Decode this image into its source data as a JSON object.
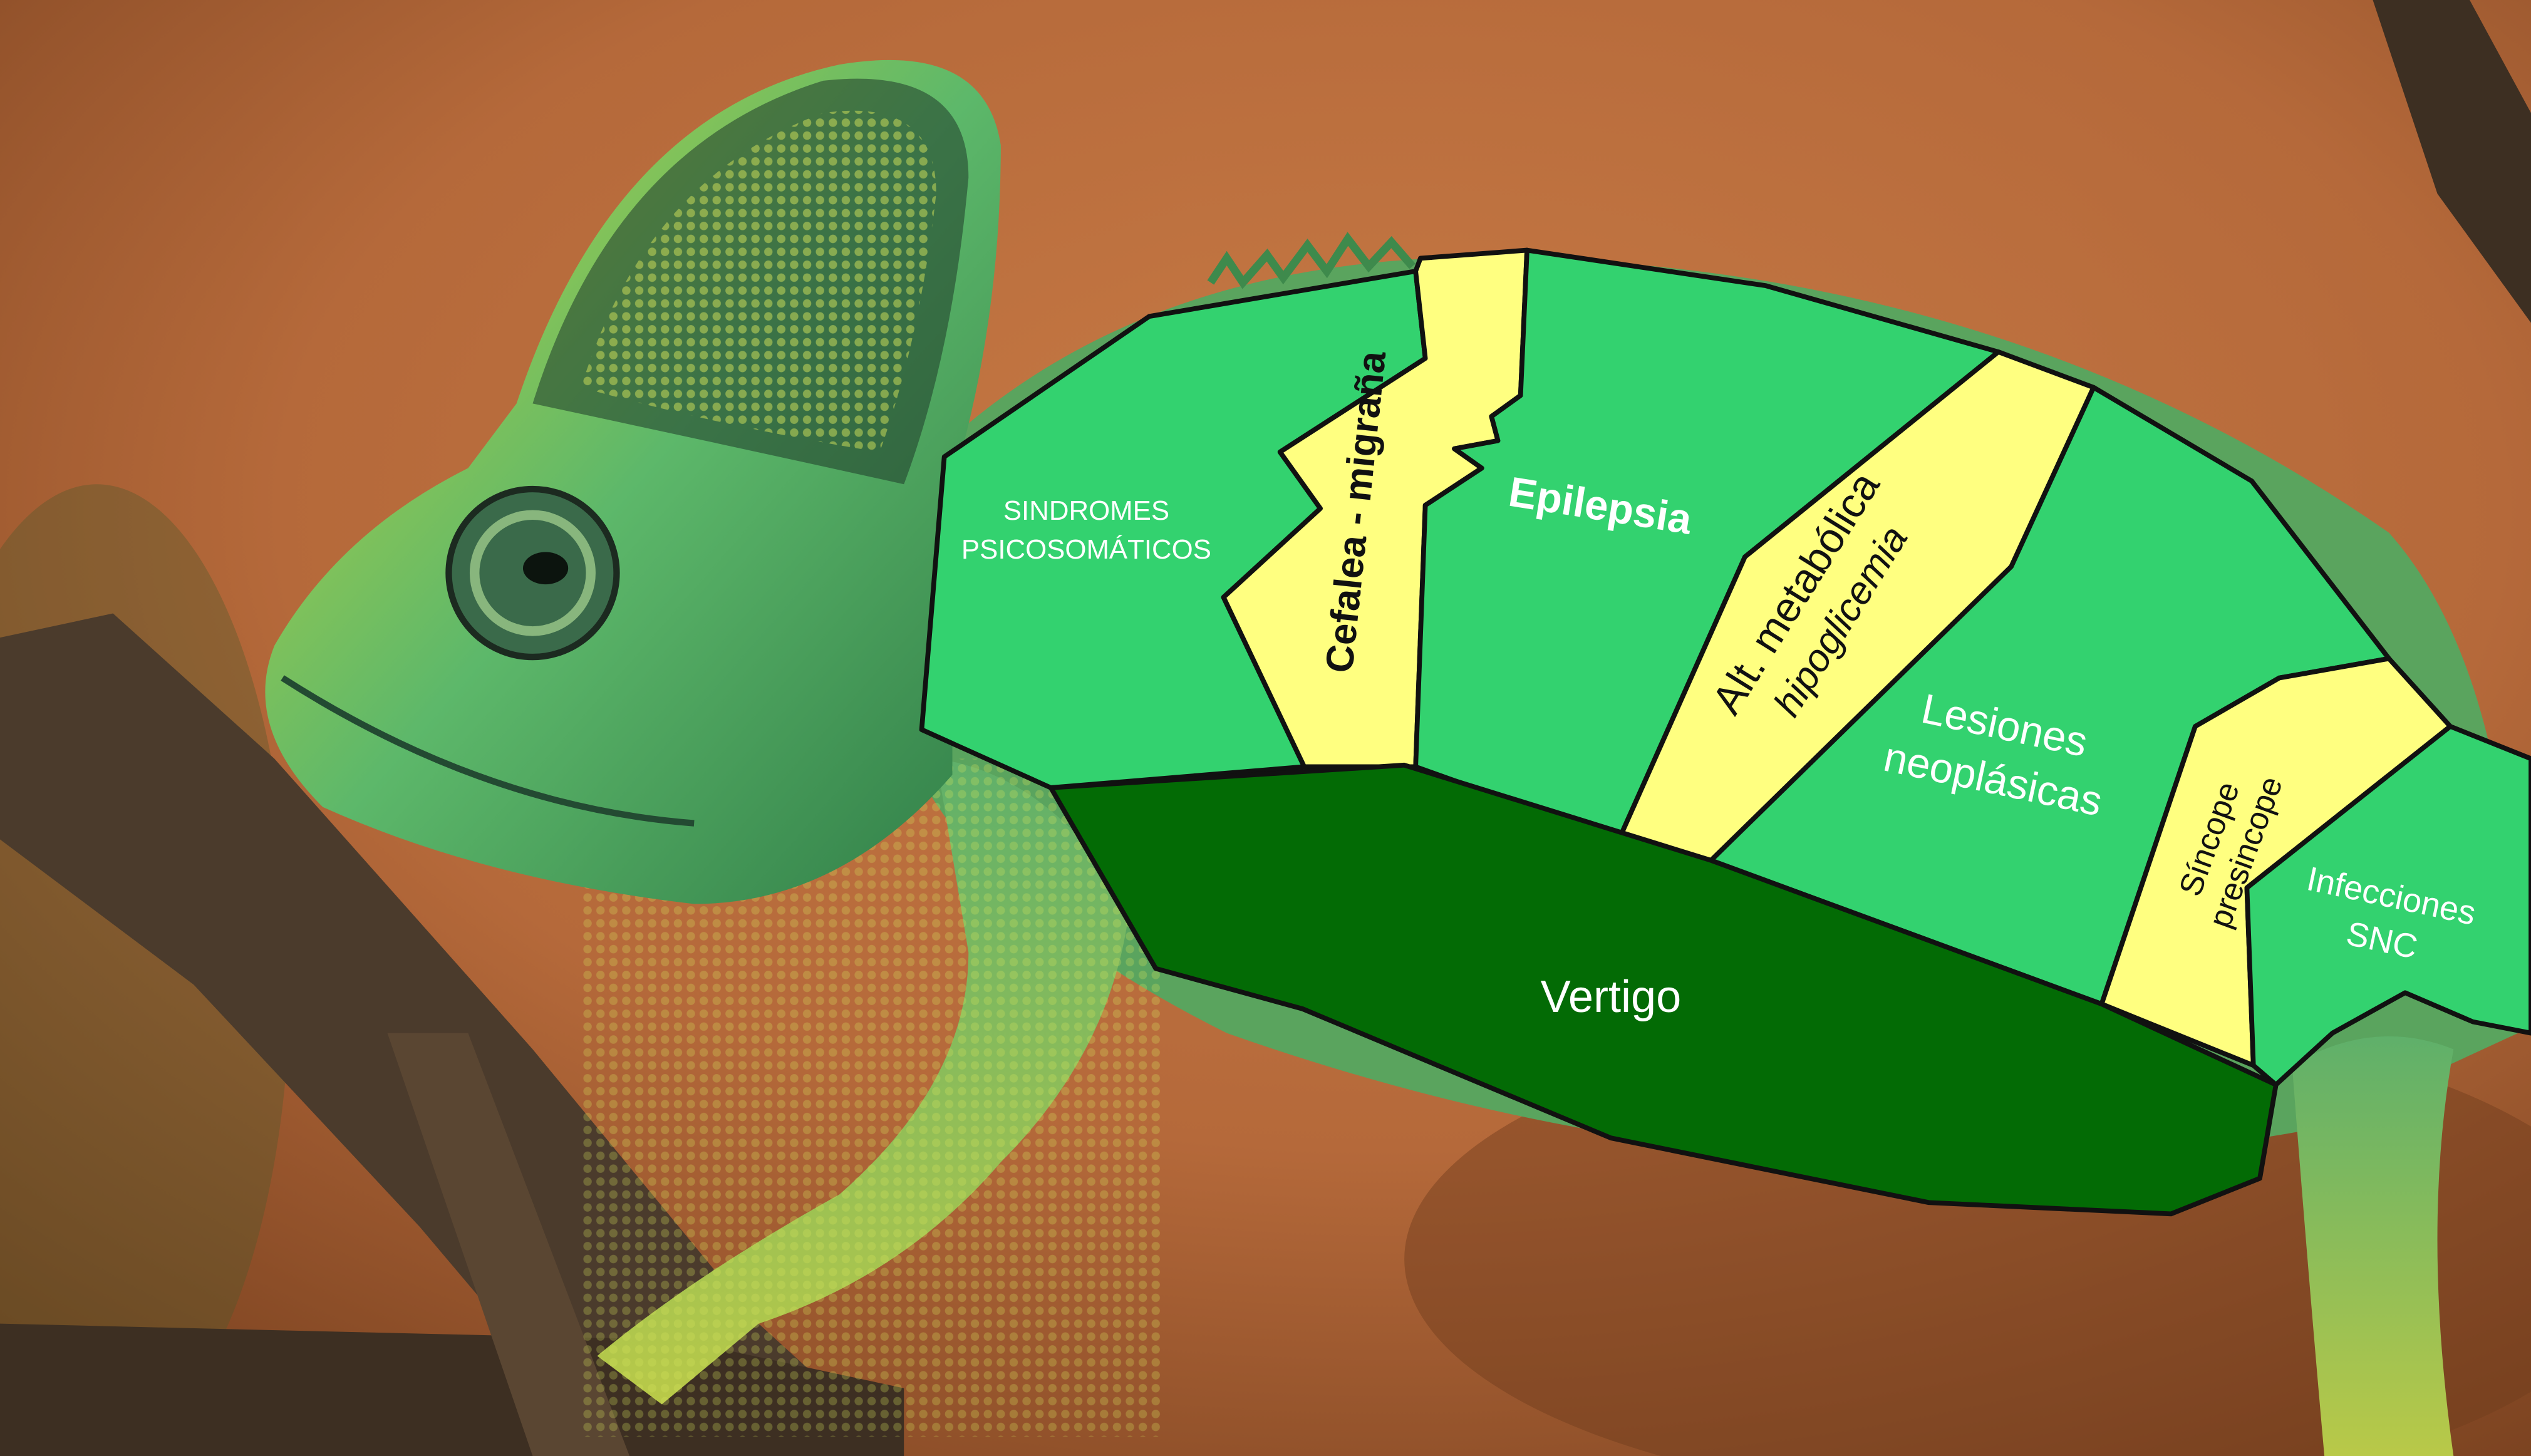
{
  "colors": {
    "background_warm": "#b5693a",
    "background_dark": "#6e3b1c",
    "branch": "#4b3b2c",
    "chameleon_green": "#4fa25a",
    "chameleon_yellow": "#c8d23a",
    "region_light_green": "#33d26f",
    "region_yellow": "#ffff80",
    "region_dark_green": "#036b05",
    "outline": "#111111",
    "label_white": "#ffffff",
    "label_black": "#111111"
  },
  "regions": {
    "sindromes": {
      "line1": "SINDROMES",
      "line2": "PSICOSOMÁTICOS",
      "icon": "region-green"
    },
    "cefalea": {
      "label": "Cefalea - migraña",
      "icon": "region-yellow"
    },
    "epilepsia": {
      "label": "Epilepsia",
      "icon": "region-green"
    },
    "metabolica": {
      "line1": "Alt. metabólica",
      "line2": "hipoglicemia",
      "icon": "region-yellow"
    },
    "lesiones": {
      "line1": "Lesiones",
      "line2": "neoplásicas",
      "icon": "region-green"
    },
    "sincope": {
      "line1": "Síncope",
      "line2": "presincope",
      "icon": "region-yellow"
    },
    "infecciones": {
      "line1": "Infecciones",
      "line2": "SNC",
      "icon": "region-green"
    },
    "vertigo": {
      "label": "Vertigo",
      "icon": "region-dark-green"
    }
  }
}
